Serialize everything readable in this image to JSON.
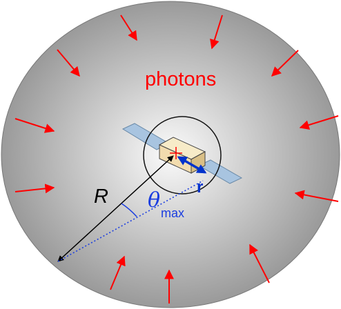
{
  "labels": {
    "photons": "photons",
    "radius": "R",
    "angle_symbol": "θ",
    "angle_subscript": "max",
    "r_vector": "r"
  },
  "colors": {
    "sphere_center": "#fbfbfb",
    "sphere_edge": "#9a9a9a",
    "photon_arrow": "#ff0000",
    "photon_text": "#ff0000",
    "radius_line": "#000000",
    "r_vector": "#0033cc",
    "angle": "#1a3de0",
    "panel_fill": "#a8c4e0",
    "body_fill": "#f2dcae"
  },
  "icons": {
    "satellite": "satellite-icon",
    "photon": "arrow-icon"
  }
}
